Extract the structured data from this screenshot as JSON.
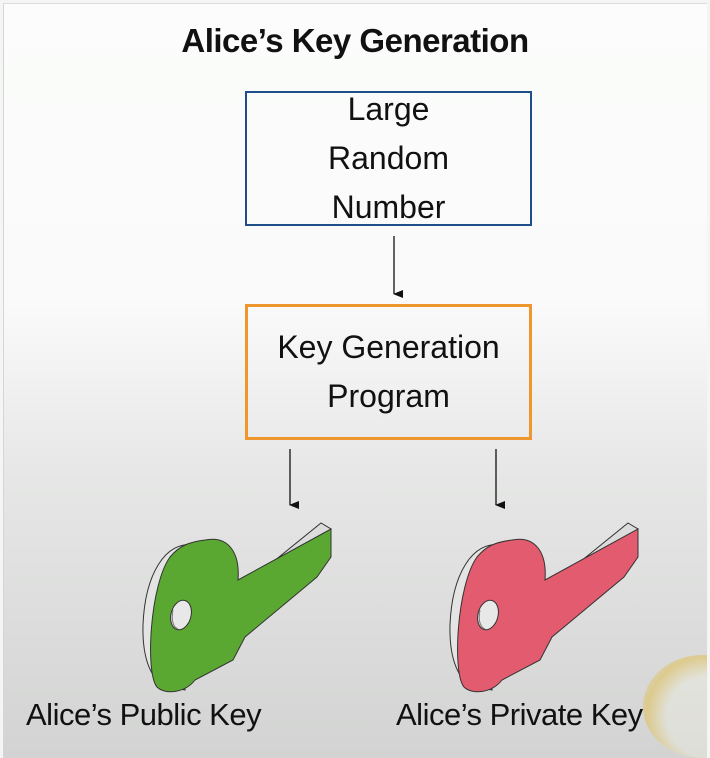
{
  "title": "Alice’s Key Generation",
  "nodes": {
    "random_number": {
      "lines": [
        "Large",
        "Random",
        "Number"
      ],
      "border_color": "#1f4e8a"
    },
    "program": {
      "lines": [
        "Key Generation",
        "Program"
      ],
      "border_color": "#f0962e"
    }
  },
  "outputs": {
    "public_key": {
      "label": "Alice’s Public Key",
      "color": "#5aa832",
      "icon": "key-icon"
    },
    "private_key": {
      "label": "Alice’s Private Key",
      "color": "#e25b6e",
      "icon": "key-icon"
    }
  },
  "edges": [
    {
      "from": "random_number",
      "to": "program"
    },
    {
      "from": "program",
      "to": "public_key"
    },
    {
      "from": "program",
      "to": "private_key"
    }
  ]
}
